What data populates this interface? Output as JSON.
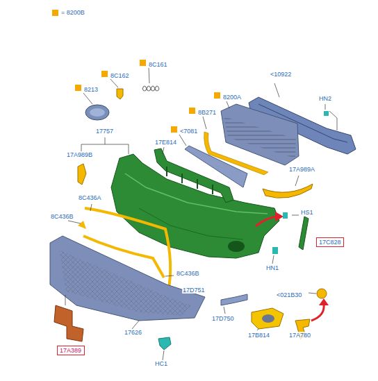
{
  "diagram": {
    "nodes": [
      {
        "text": [
          "17C828"
        ]
      },
      {
        "text": [
          "17A389"
        ]
      }
    ],
    "labels": [
      "8C161",
      "8C162",
      "8213",
      "<10922",
      "HN2",
      "8200A",
      "8B271",
      "17757",
      "<7081",
      "17E814",
      "17A989B",
      "17A989A",
      "8C436A",
      "HS1",
      "8C436B",
      "HN1",
      "8C436B",
      "17D751",
      "<021B30",
      "17D750",
      "17626",
      "17B814",
      "17A780",
      "HC1"
    ],
    "legend": [
      {
        "text": "= 8200B",
        "color": "#f5a800"
      }
    ]
  }
}
